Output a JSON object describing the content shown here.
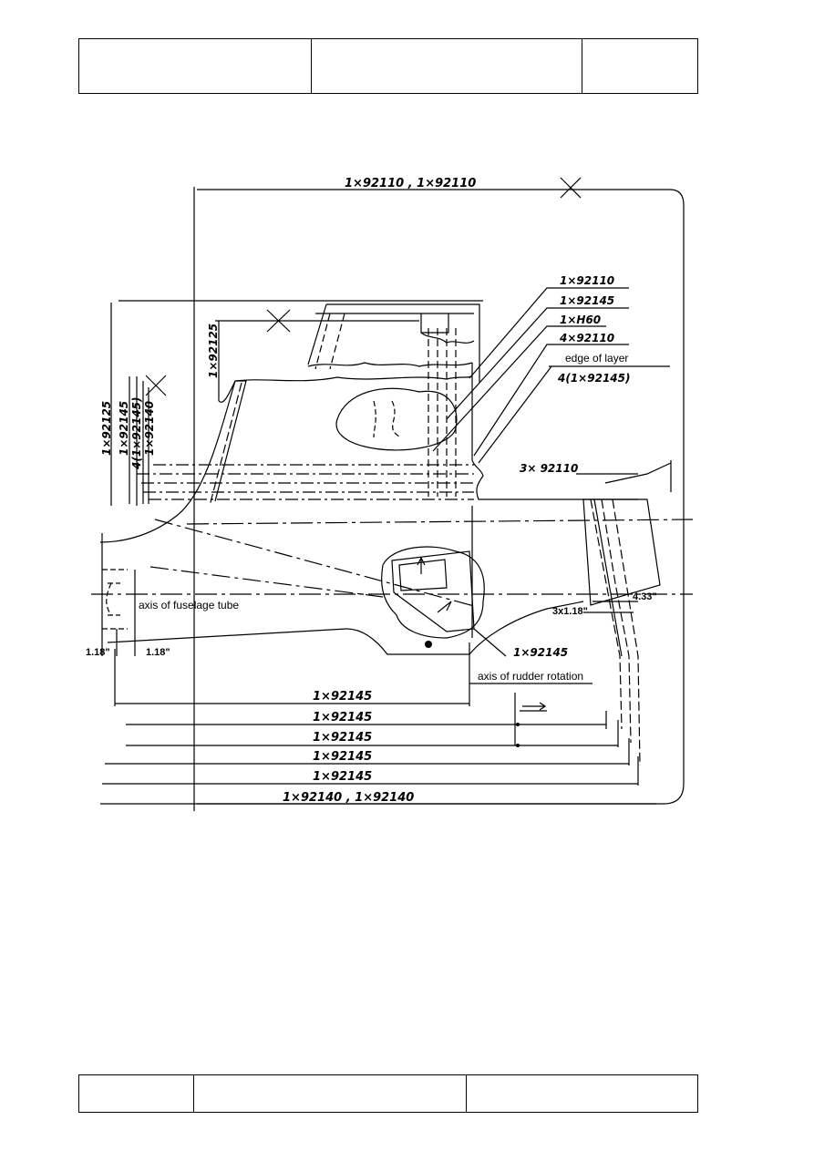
{
  "header": {
    "cells": [
      "",
      "",
      ""
    ]
  },
  "footer": {
    "cells": [
      "",
      "",
      ""
    ]
  },
  "drawing": {
    "top_label": "1×92110 , 1×92110",
    "callouts": [
      "1×92110",
      "1×92145",
      "1×H60",
      "4×92110",
      "edge of layer",
      "4(1×92145)"
    ],
    "left_vertical": [
      "1×92125",
      "1×92145",
      "4(1×92145)",
      "1×92140"
    ],
    "upper_vertical": "1×92125",
    "right_label": "3× 92110",
    "fuselage_axis": "axis of fuselage tube",
    "rudder_axis": "axis of rudder rotation",
    "rudder_layer": "1×92145",
    "dim_left_a": "1.18\"",
    "dim_left_b": "1.18\"",
    "dim_right_a": "3x1.18\"",
    "dim_right_b": "4.33\"",
    "bottom_labels": [
      "1×92145",
      "1×92145",
      "1×92145",
      "1×92145",
      "1×92145",
      "1×92140 , 1×92140"
    ]
  }
}
